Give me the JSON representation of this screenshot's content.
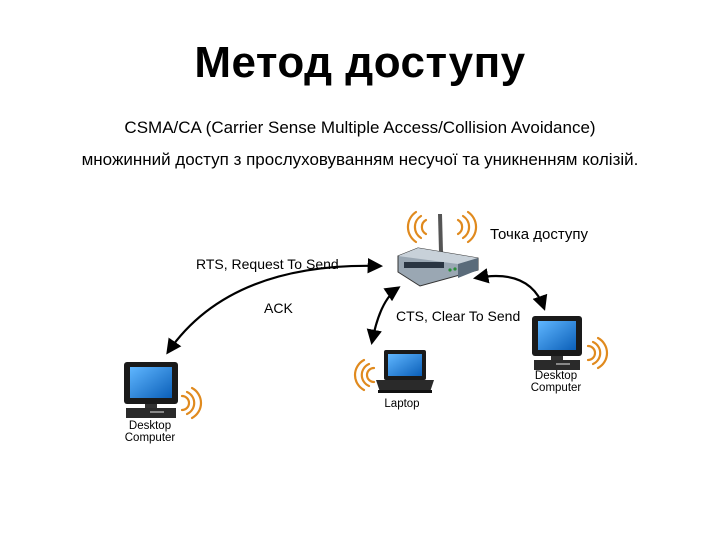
{
  "title": "Метод доступу",
  "subtitle": "CSMA/CA (Carrier Sense Multiple Access/Collision Avoidance)",
  "description": "множинний доступ з прослуховуванням несучої та уникненням колізій.",
  "access_point_label": "Точка доступу",
  "rts_label": "RTS, Request To Send",
  "ack_label": "ACK",
  "cts_label": "CTS, Clear To Send",
  "desktop_left_label": [
    "Desktop",
    "Computer"
  ],
  "laptop_label": "Laptop",
  "desktop_right_label": [
    "Desktop",
    "Computer"
  ],
  "icons": {
    "access_point": "wireless-access-point-icon",
    "desktop": "desktop-computer-icon",
    "laptop": "laptop-icon",
    "wireless_signal": "wireless-signal-icon"
  },
  "colors": {
    "signal": "#e08a1e",
    "screen": "#1f7fd6",
    "device_dark": "#1a1a1a"
  }
}
